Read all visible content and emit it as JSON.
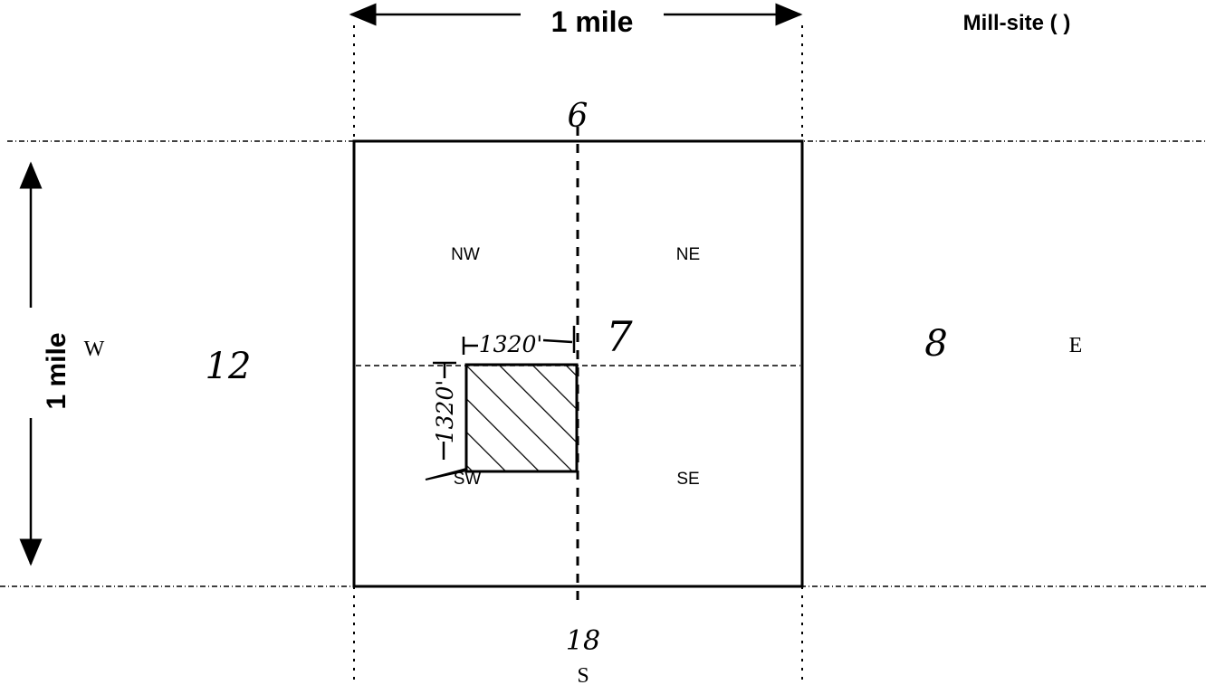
{
  "header": {
    "width_label": "1 mile",
    "mill_site": "Mill-site (  )"
  },
  "left_scale": {
    "height_label": "1 mile"
  },
  "directions": {
    "west": "W",
    "east": "E",
    "south": "S"
  },
  "section_numbers": {
    "north": "6",
    "west": "12",
    "center": "7",
    "east": "8",
    "south": "18"
  },
  "quarters": {
    "nw": "NW",
    "ne": "NE",
    "sw": "SW",
    "se": "SE"
  },
  "parcel": {
    "width_label": "1320'",
    "height_label": "1320'"
  },
  "colors": {
    "line": "#000000",
    "background": "#ffffff"
  }
}
